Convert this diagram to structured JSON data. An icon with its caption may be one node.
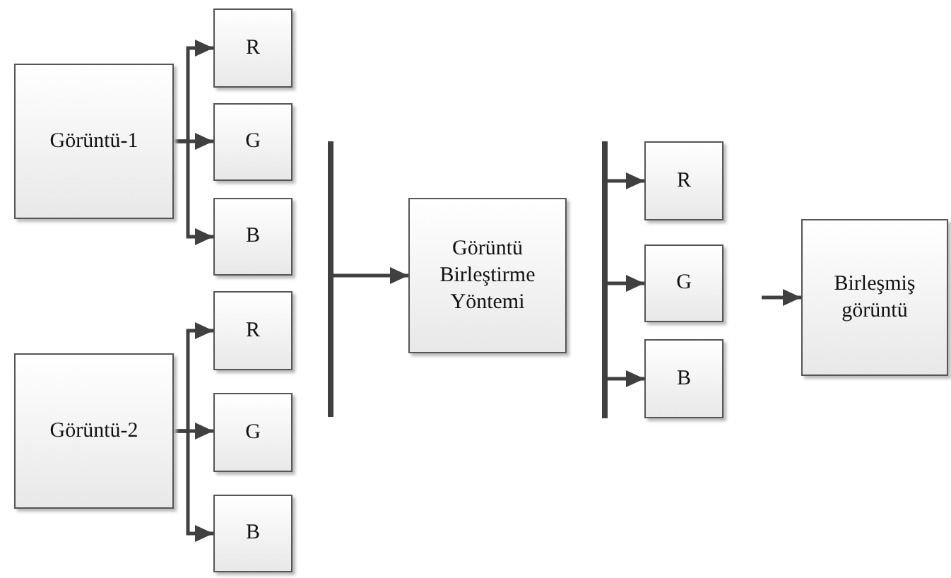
{
  "diagram": {
    "nodes": [
      {
        "text": [
          "Görüntü-1"
        ]
      },
      {
        "text": [
          "R"
        ]
      },
      {
        "text": [
          "G"
        ]
      },
      {
        "text": [
          "B"
        ]
      },
      {
        "text": [
          "Görüntü-2"
        ]
      },
      {
        "text": [
          "R"
        ]
      },
      {
        "text": [
          "G"
        ]
      },
      {
        "text": [
          "B"
        ]
      },
      {
        "text": [],
        "shape": "bar"
      },
      {
        "text": [
          "Görüntü Birleştirme Yöntemi"
        ]
      },
      {
        "text": [],
        "shape": "bar"
      },
      {
        "text": [
          "R"
        ]
      },
      {
        "text": [
          "G"
        ]
      },
      {
        "text": [
          "B"
        ]
      },
      {
        "text": [
          "Birleşmiş görüntü"
        ]
      }
    ],
    "edges": [
      {
        "from": 0,
        "to": 1,
        "arrow": "to"
      },
      {
        "from": 0,
        "to": 2,
        "arrow": "to"
      },
      {
        "from": 0,
        "to": 3,
        "arrow": "to"
      },
      {
        "from": 4,
        "to": 5,
        "arrow": "to"
      },
      {
        "from": 4,
        "to": 6,
        "arrow": "to"
      },
      {
        "from": 4,
        "to": 7,
        "arrow": "to"
      },
      {
        "from": 8,
        "to": 9,
        "arrow": "to"
      },
      {
        "from": 10,
        "to": 11,
        "arrow": "to"
      },
      {
        "from": 10,
        "to": 12,
        "arrow": "to"
      },
      {
        "from": 10,
        "to": 13,
        "arrow": "to"
      },
      {
        "from": null,
        "to": 14,
        "arrow": "to"
      }
    ]
  }
}
